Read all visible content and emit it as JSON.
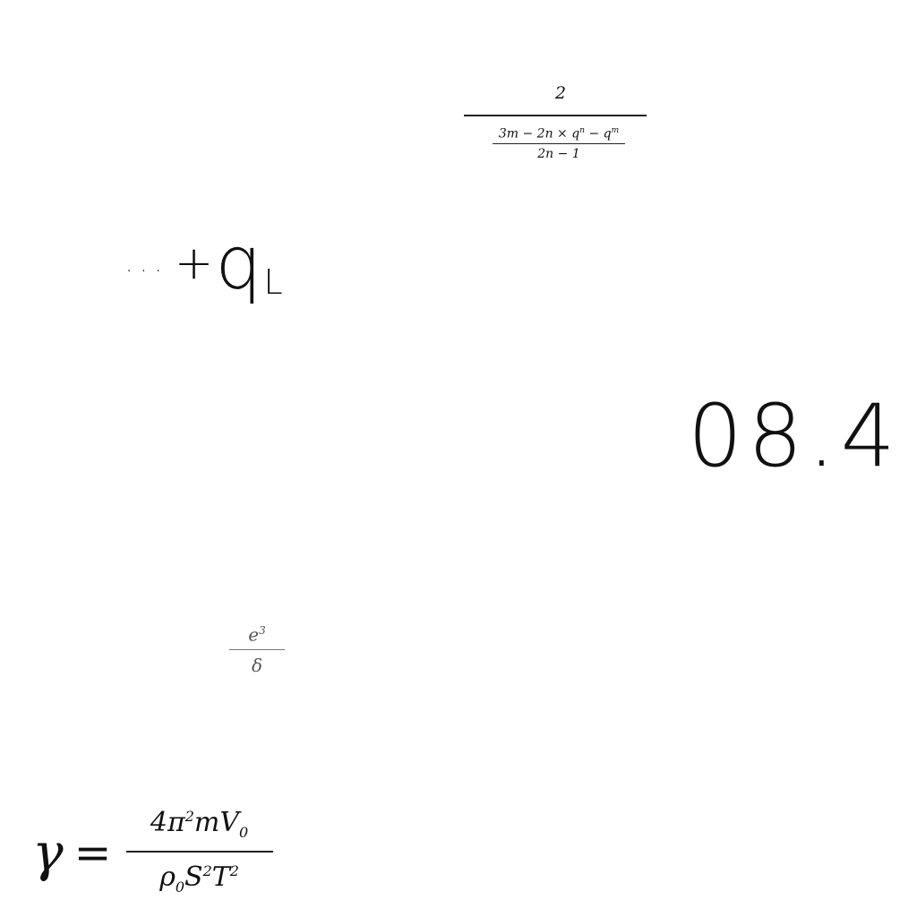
{
  "expressions": {
    "nested_fraction": {
      "outer_numerator": "2",
      "inner_numerator_main": "3m − 2n × q",
      "inner_numerator_exp1": "n",
      "inner_numerator_minus": " − q",
      "inner_numerator_exp2": "m",
      "inner_denominator": "2n − 1"
    },
    "sum_tail": {
      "dots": "...",
      "plus": "+",
      "symbol": "q",
      "subscript": "L"
    },
    "number": {
      "value": "08.4"
    },
    "small_fraction": {
      "numerator_base": "e",
      "numerator_exp": "3",
      "denominator": "δ"
    },
    "gamma_formula": {
      "lhs": "γ",
      "equals": "=",
      "numerator_a": "4π",
      "numerator_a_exp": "2",
      "numerator_b": "mV",
      "numerator_b_sub": "0",
      "denominator_a": "ρ",
      "denominator_a_sub": "0",
      "denominator_b": "S",
      "denominator_b_exp": "2",
      "denominator_c": "T",
      "denominator_c_exp": "2"
    }
  }
}
